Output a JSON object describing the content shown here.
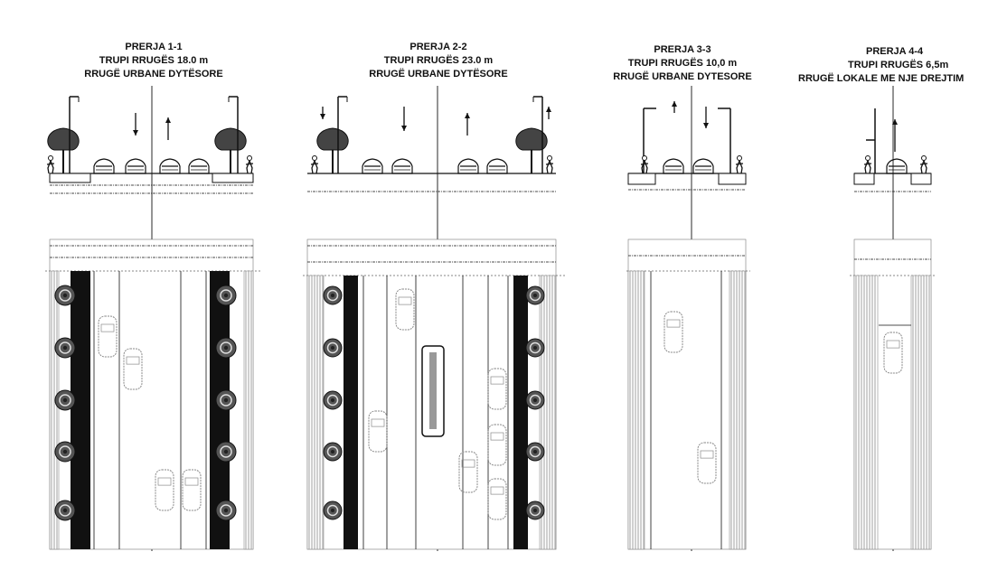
{
  "sections": [
    {
      "name": "PRERJA 1-1",
      "width_line": "TRUPI RRUGËS  18.0 m",
      "type": "RRUGË URBANE DYTËSORE"
    },
    {
      "name": "PRERJA 2-2",
      "width_line": "TRUPI RRUGËS  23.0 m",
      "type": "RRUGË URBANE DYTËSORE"
    },
    {
      "name": "PRERJA 3-3",
      "width_line": "TRUPI RRUGËS  10,0 m",
      "type": "RRUGË URBANE DYTESORE"
    },
    {
      "name": "PRERJA 4-4",
      "width_line": "TRUPI RRUGËS  6,5m",
      "type": "RRUGË LOKALE ME NJE DREJTIM"
    }
  ],
  "colors": {
    "ink": "#111111",
    "grey": "#8a8a8a",
    "light": "#cfcfcf"
  }
}
